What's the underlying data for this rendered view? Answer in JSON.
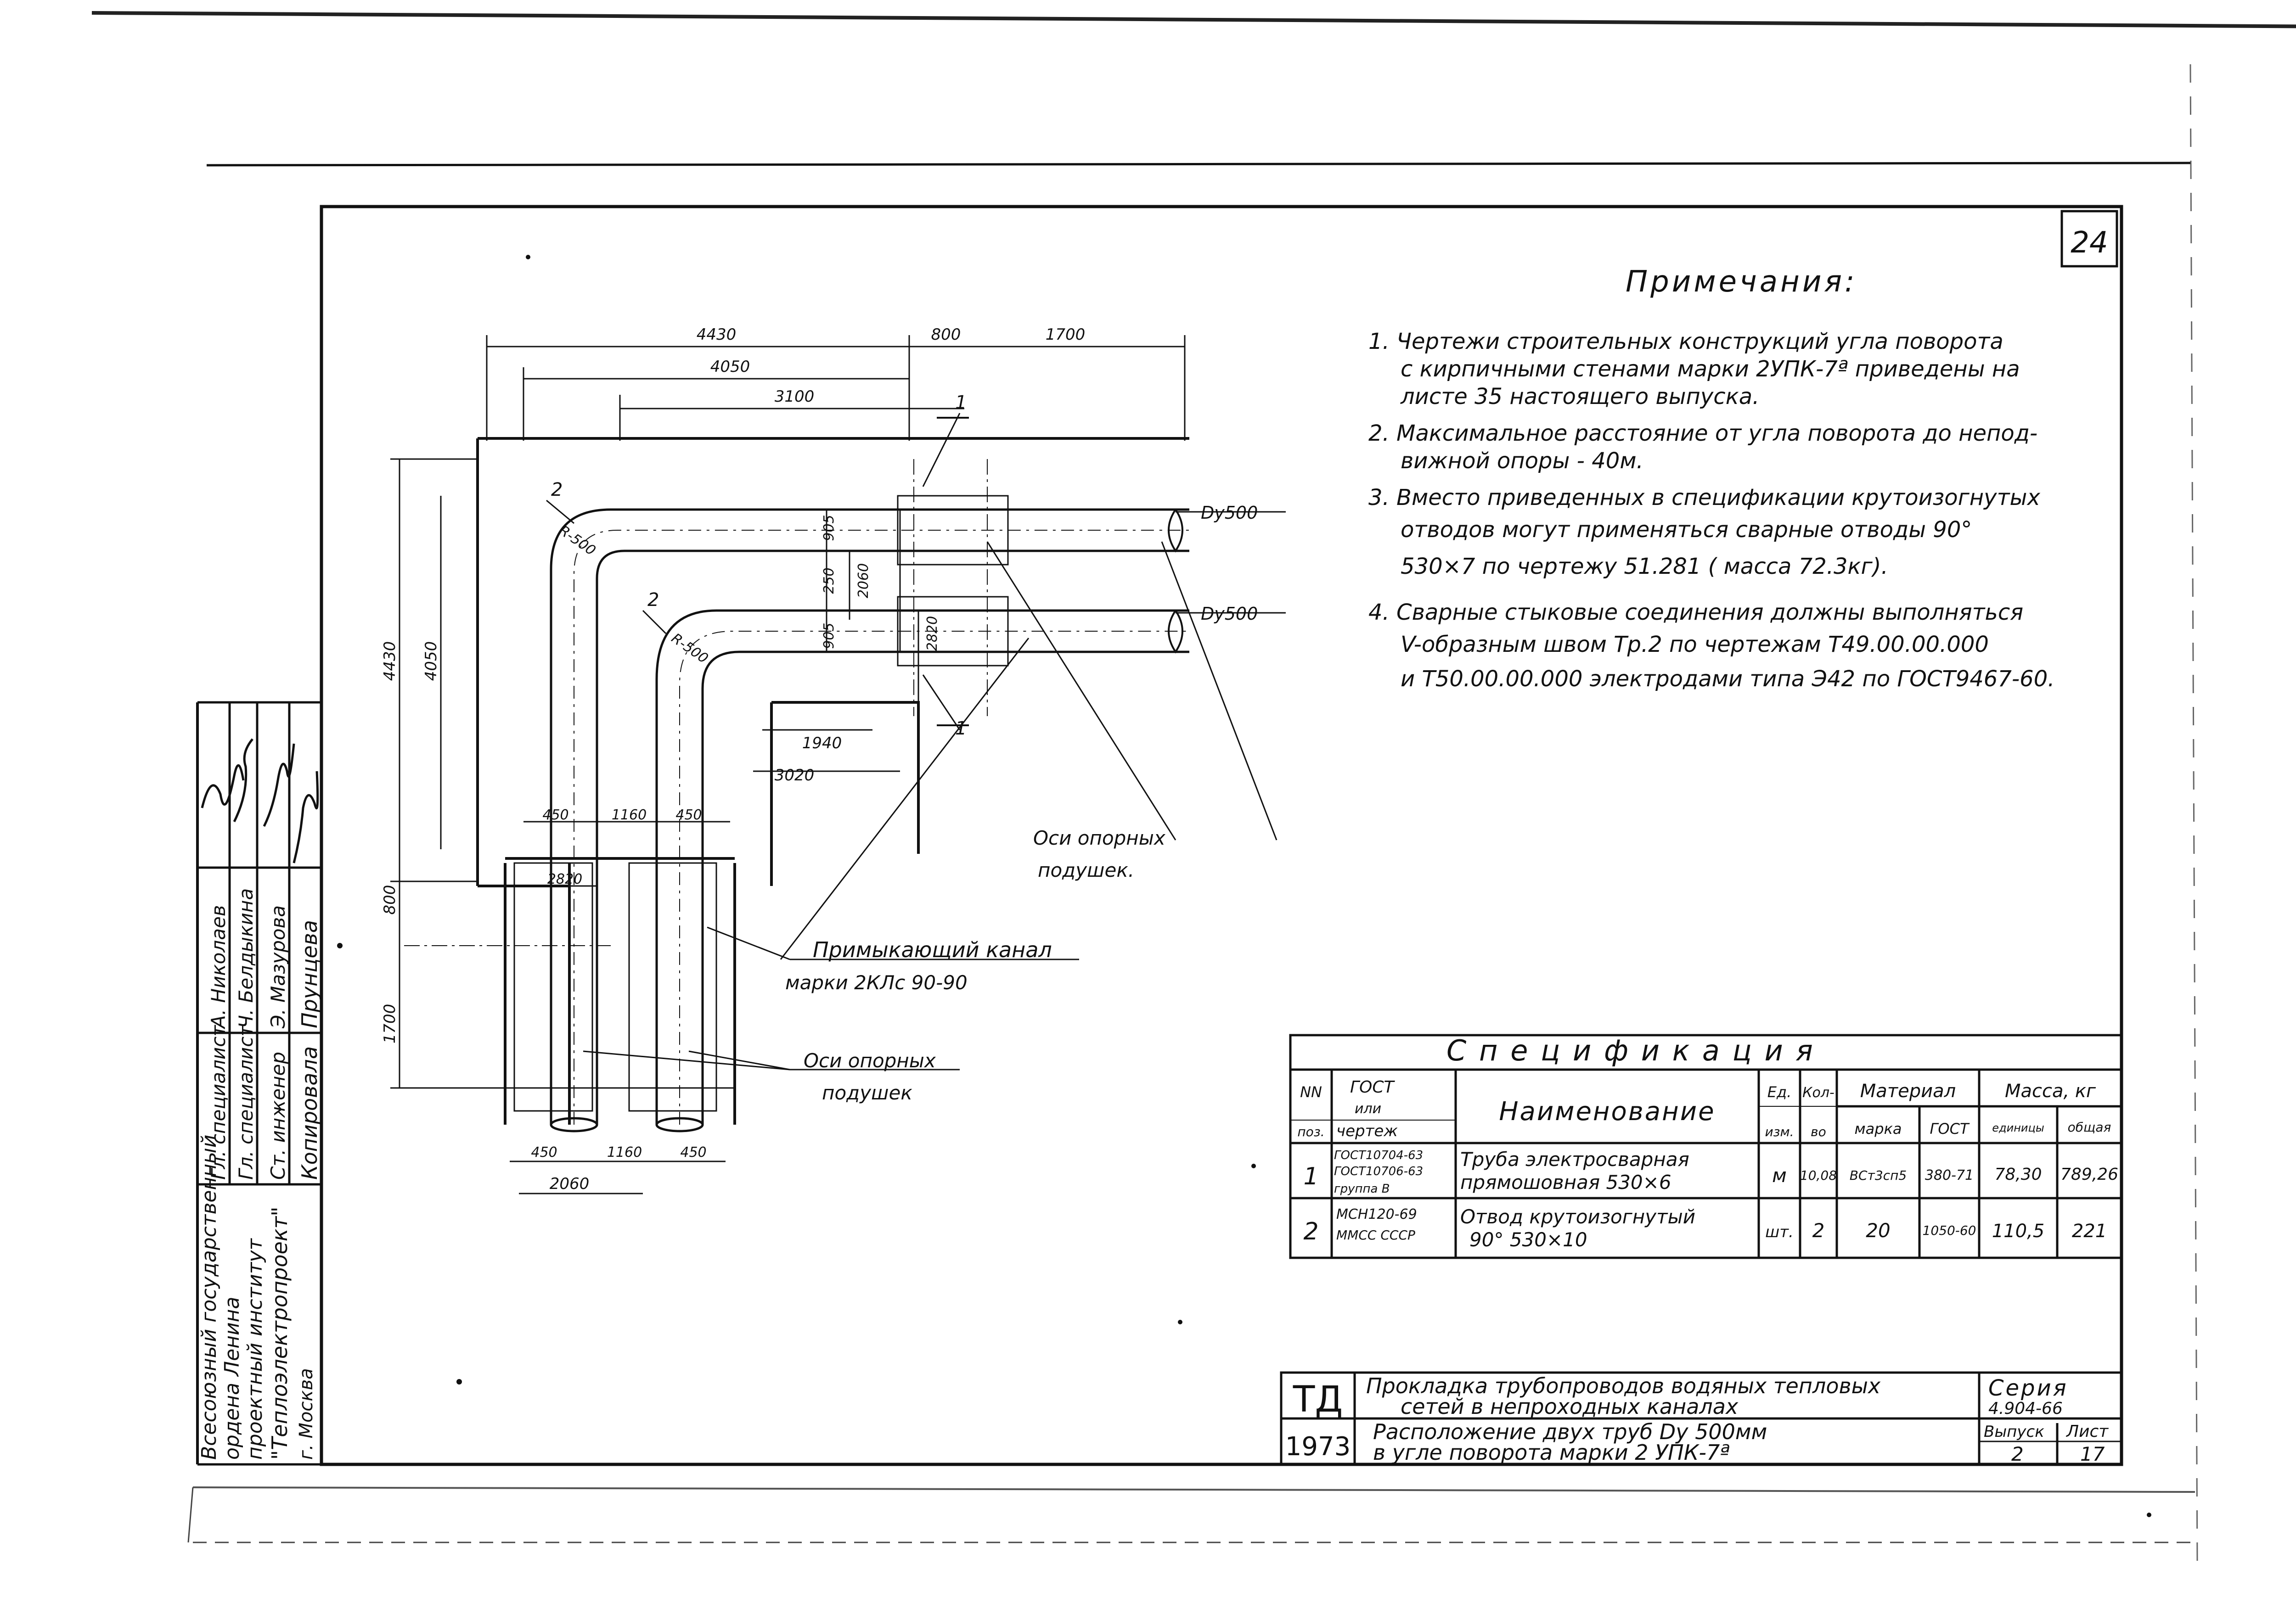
{
  "sheet": {
    "page_number": "24",
    "ink_color": "#111111",
    "paper_color": "#ffffff"
  },
  "notes": {
    "title": "Примечания:",
    "lines": [
      "1. Чертежи строительных конструкций угла поворота",
      "с кирпичными стенами марки 2УПК-7ª приведены на",
      "листе    35              настоящего выпуска.",
      "2. Максимальное расстояние от угла поворота до непод-",
      "вижной опоры - 40м.",
      "3. Вместо приведенных в спецификации крутоизогнутых",
      "отводов могут применяться сварные отводы 90°",
      "530×7 по чертежу   51.281 ( масса  72.3кг).",
      "4. Сварные стыковые соединения должны выполняться",
      "V-образным швом Тр.2 по чертежам  Т49.00.00.000",
      "и Т50.00.00.000 электродами типа Э42 по ГОСТ9467-60."
    ]
  },
  "drawing": {
    "dims_top": [
      "4430",
      "800",
      "1700",
      "4050",
      "3100"
    ],
    "dims_left": [
      "4430",
      "4050",
      "800",
      "1700"
    ],
    "dims_mid": [
      "905",
      "250",
      "2060",
      "905",
      "2820"
    ],
    "dims_lower": [
      "1940",
      "3020",
      "450",
      "1160",
      "450",
      "2820"
    ],
    "dims_bottom": [
      "450",
      "1160",
      "450",
      "2060"
    ],
    "radius_labels": [
      "R-500",
      "R-500"
    ],
    "position_marks": [
      "2",
      "2",
      "1",
      "1"
    ],
    "pipe_labels": [
      "Dу500",
      "Dу500"
    ],
    "callouts": {
      "support_axes_1": [
        "Оси опорных",
        "подушек."
      ],
      "adjacent_channel": [
        "Примыкающий канал",
        "марки 2КЛс 90-90"
      ],
      "support_axes_2": [
        "Оси опорных",
        "подушек"
      ]
    }
  },
  "spec": {
    "title": "С п е ц и ф и к а ц и я",
    "headers": {
      "pos": [
        "NN",
        "поз."
      ],
      "gost": [
        "ГОСТ",
        "или",
        "чертеж"
      ],
      "name": "Наименование",
      "unit": [
        "Ед.",
        "изм."
      ],
      "qty": [
        "Кол-",
        "во"
      ],
      "material": "Материал",
      "mat_grade": "марка",
      "mat_gost": "ГОСТ",
      "mass": "Масса, кг",
      "mass_unit": "единицы",
      "mass_total": "общая"
    },
    "rows": [
      {
        "pos": "1",
        "gost": [
          "ГОСТ10704-63",
          "ГОСТ10706-63",
          "группа В"
        ],
        "name": [
          "Труба электросварная",
          "прямошовная 530×6"
        ],
        "unit": "м",
        "qty": "10,08",
        "grade": "ВСт3сп5",
        "mgost": "380-71",
        "mass_unit": "78,30",
        "mass_total": "789,26"
      },
      {
        "pos": "2",
        "gost": [
          "МСН120-69",
          "ММСС СССР"
        ],
        "name": [
          "Отвод крутоизогнутый",
          "90°   530×10"
        ],
        "unit": "шт.",
        "qty": "2",
        "grade": "20",
        "mgost": "1050-60",
        "mass_unit": "110,5",
        "mass_total": "221"
      }
    ]
  },
  "title_block": {
    "code": "ТД",
    "year": "1973",
    "title1": [
      "Прокладка трубопроводов водяных тепловых",
      "сетей в непроходных каналах"
    ],
    "title2": [
      "Расположение двух труб Dу 500мм",
      "в угле поворота марки 2 УПК-7ª"
    ],
    "series_label": "Серия",
    "series": "4.904-66",
    "issue_label": "Выпуск",
    "issue": "2",
    "sheet_label": "Лист",
    "sheet": "17"
  },
  "side_stamp": {
    "org": [
      "Всесоюзный государственный",
      "ордена Ленина",
      "проектный институт",
      "\"Теплоэлектропроект\"",
      "г. Москва"
    ],
    "roles": [
      "Гл. специалист",
      "Гл. специалист",
      "Ст. инженер",
      "Копировала"
    ],
    "names": [
      "А. Николаев",
      "Ч. Белдыкина",
      "Э. Мазурова",
      "Прунцева"
    ]
  }
}
